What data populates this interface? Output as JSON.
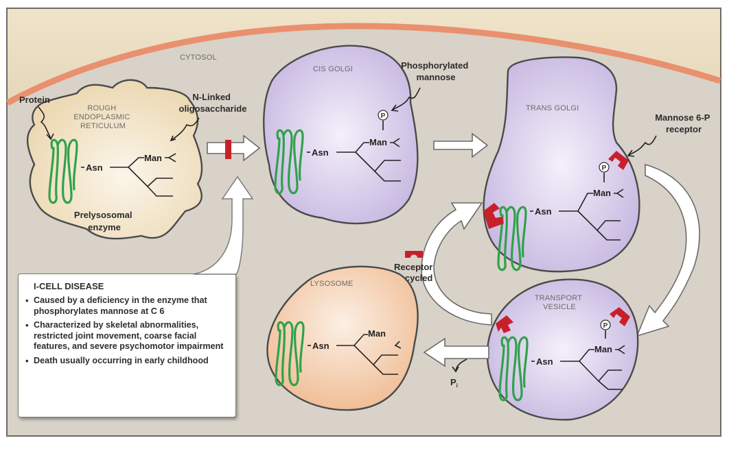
{
  "title": "I-cell disease: lysosomal enzyme targeting pathway",
  "colors": {
    "frame_bg": "#d8d2c8",
    "outside_bg": "#eadcc0",
    "plasma_membrane": "#e9906f",
    "er_fill": "#eedcb8",
    "golgi_fill": "#cbbde3",
    "lysosome_fill": "#f2c7a4",
    "protein": "#2fa24a",
    "receptor": "#c8202a",
    "arrow_fill": "#ffffff"
  },
  "regions": {
    "cytosol": "CYTOSOL"
  },
  "organelles": {
    "er": {
      "label_lines": [
        "ROUGH",
        "ENDOPLASMIC",
        "RETICULUM"
      ],
      "enzyme_label_lines": [
        "Prelysosomal",
        "enzyme"
      ]
    },
    "cis_golgi": {
      "label": "CIS GOLGI"
    },
    "trans_golgi": {
      "label": "TRANS GOLGI"
    },
    "transport_vesicle": {
      "label_lines": [
        "TRANSPORT",
        "VESICLE"
      ]
    },
    "lysosome": {
      "label": "LYSOSOME"
    }
  },
  "molecule": {
    "asn": "Asn",
    "man": "Man",
    "phosphate": "P"
  },
  "annotations": {
    "protein": "Protein",
    "n_linked": [
      "N-Linked",
      "oligosaccharide"
    ],
    "phosphorylated_mannose": [
      "Phosphorylated",
      "mannose"
    ],
    "m6p_receptor": [
      "Mannose 6-P",
      "receptor"
    ],
    "receptor_recycled": [
      "Receptor",
      "recycled"
    ],
    "pi": "P",
    "pi_sub": "i"
  },
  "info_box": {
    "title": "I-CELL DISEASE",
    "bullets": [
      "Caused by a deficiency in the enzyme that phosphorylates mannose at C 6",
      "Characterized by skeletal abnormalities, restricted joint movement, coarse facial features, and severe psychomotor impairment",
      "Death usually occurring in early childhood"
    ]
  }
}
